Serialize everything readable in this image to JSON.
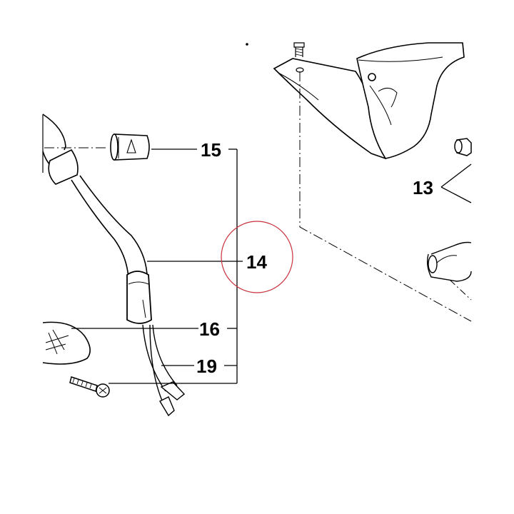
{
  "diagram": {
    "callouts": [
      {
        "id": "15",
        "text": "15"
      },
      {
        "id": "14",
        "text": "14"
      },
      {
        "id": "16",
        "text": "16"
      },
      {
        "id": "19",
        "text": "19"
      },
      {
        "id": "13",
        "text": "13"
      }
    ],
    "highlight_color": "#c8323c",
    "line_color": "#000000"
  }
}
